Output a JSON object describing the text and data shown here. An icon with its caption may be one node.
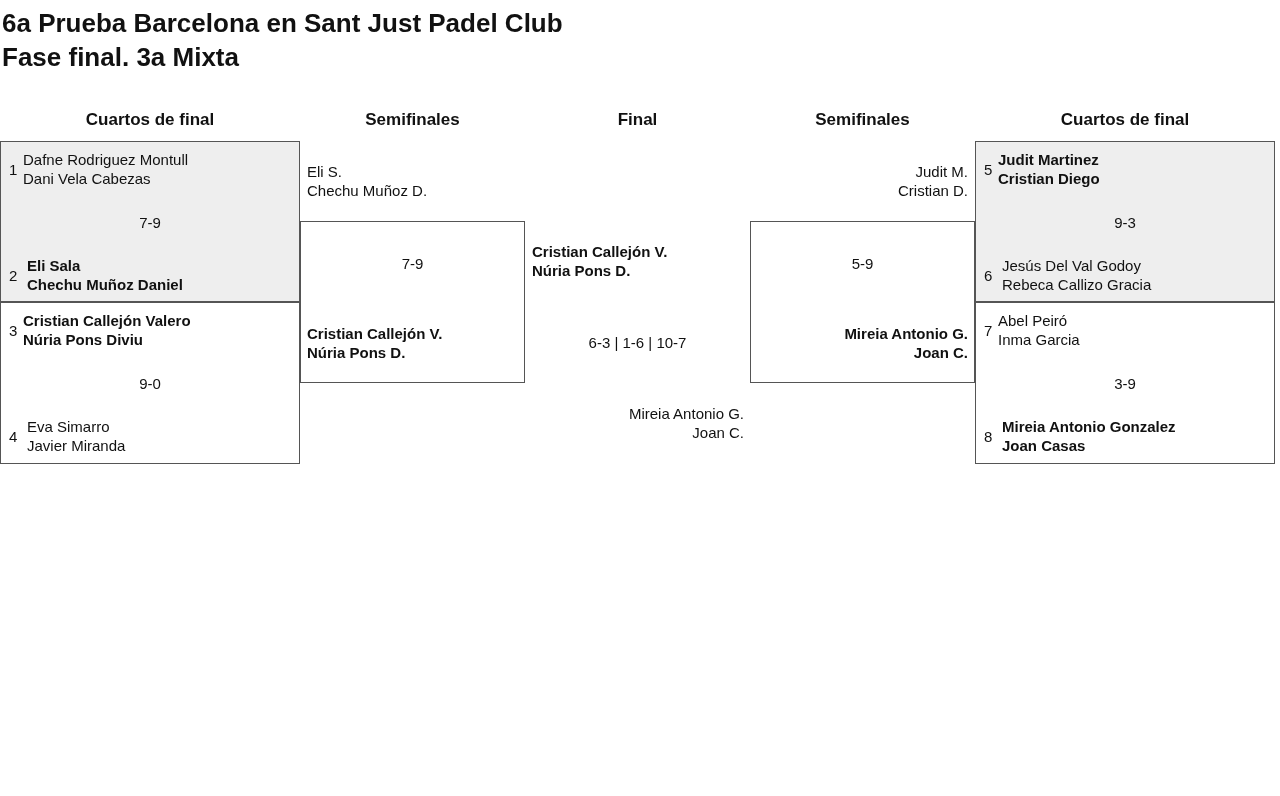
{
  "diagram": {
    "title": "6a Prueba Barcelona en Sant Just Padel Club",
    "nodes": [
      {
        "text": [
          "1",
          "Dafne Rodriguez Montull",
          "Dani Vela Cabezas",
          "7-9",
          "2",
          "Eli Sala",
          "Chechu Muñoz Daniel"
        ]
      },
      {
        "text": [
          "3",
          "Cristian Callejón Valero",
          "Núria Pons Diviu",
          "9-0",
          "4",
          "Eva Simarro",
          "Javier Miranda"
        ]
      },
      {
        "text": [
          "7-9",
          "Cristian Callejón V.",
          "Núria Pons D."
        ],
        "beside": [
          "Eli S.",
          "Chechu Muñoz D."
        ]
      },
      {
        "text": [
          "5-9",
          "Mireia Antonio G.",
          "Joan C."
        ],
        "beside": [
          "Judit M.",
          "Cristian D."
        ]
      },
      {
        "text": [
          "5",
          "Judit Martinez",
          "Cristian Diego",
          "9-3",
          "6",
          "Jesús Del Val Godoy",
          "Rebeca Callizo Gracia"
        ]
      },
      {
        "text": [
          "7",
          "Abel Peiró",
          "Inma Garcia",
          "3-9",
          "8",
          "Mireia Antonio Gonzalez",
          "Joan Casas"
        ]
      }
    ],
    "labels": [
      "Fase final. 3a Mixta",
      "Cuartos de final",
      "Semifinales",
      "Final",
      "Semifinales",
      "Cuartos de final",
      "Cristian Callejón V.",
      "Núria Pons D.",
      "6-3 | 1-6 | 10-7",
      "Mireia Antonio G.",
      "Joan C."
    ]
  }
}
